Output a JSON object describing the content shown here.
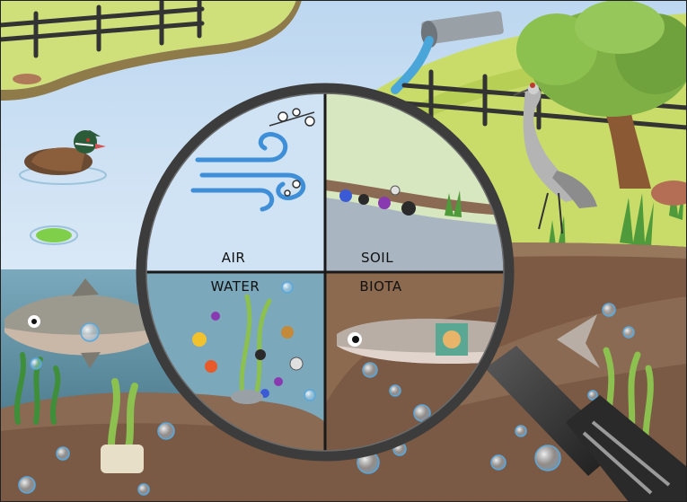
{
  "diagram": {
    "quadrants": {
      "air": "AIR",
      "soil": "SOIL",
      "water": "WATER",
      "biota": "BIOTA"
    }
  },
  "colors": {
    "sky": "#cfe3f5",
    "water": "#6f9fb3",
    "sediment": "#8a6a52",
    "grass": "#c9dc6a",
    "lens_ring": "#3c3c3c"
  }
}
